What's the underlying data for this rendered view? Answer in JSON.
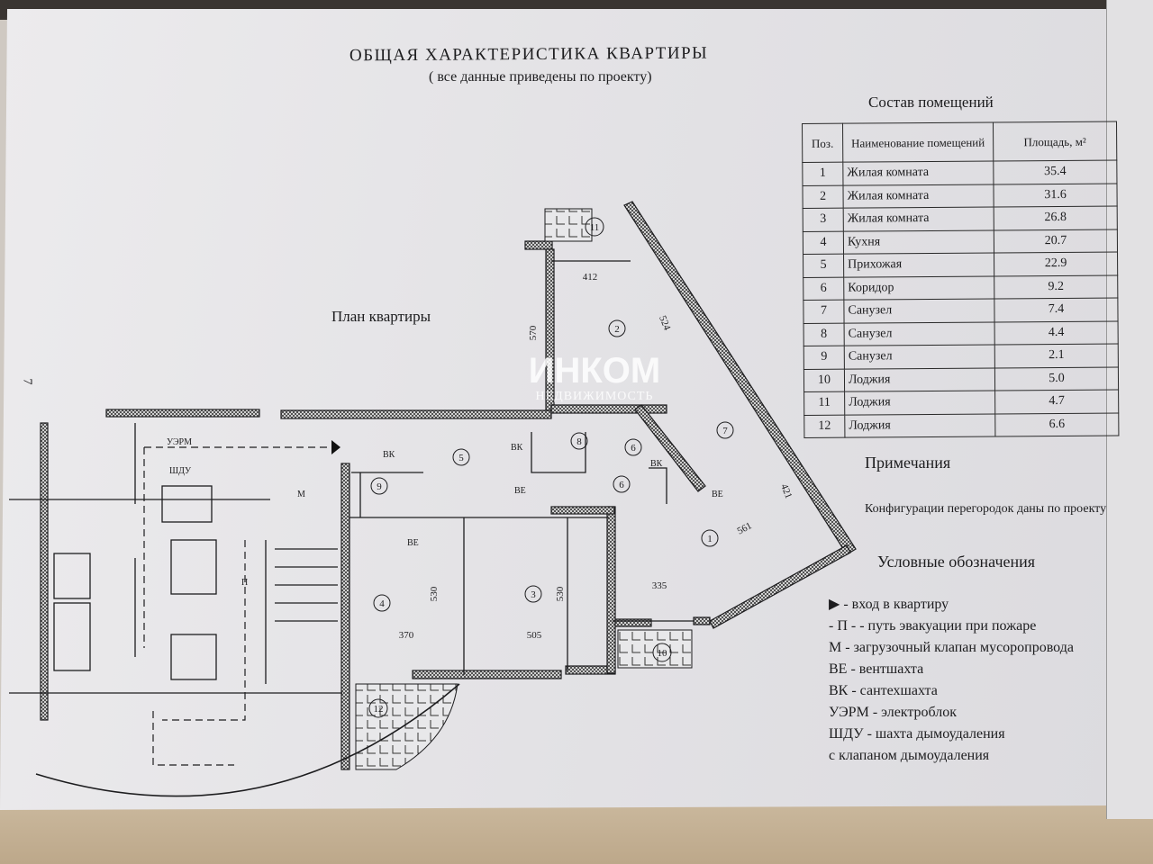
{
  "header": {
    "title": "ОБЩАЯ ХАРАКТЕРИСТИКА КВАРТИРЫ",
    "subtitle": "( все данные  приведены по проекту)"
  },
  "composition": {
    "title": "Состав помещений",
    "columns": [
      "Поз.",
      "Наименование помещений",
      "Площадь, м²"
    ],
    "rows": [
      {
        "pos": "1",
        "name": "Жилая комната",
        "area": "35.4"
      },
      {
        "pos": "2",
        "name": "Жилая комната",
        "area": "31.6"
      },
      {
        "pos": "3",
        "name": "Жилая комната",
        "area": "26.8"
      },
      {
        "pos": "4",
        "name": "Кухня",
        "area": "20.7"
      },
      {
        "pos": "5",
        "name": "Прихожая",
        "area": "22.9"
      },
      {
        "pos": "6",
        "name": "Коридор",
        "area": "9.2"
      },
      {
        "pos": "7",
        "name": "Санузел",
        "area": "7.4"
      },
      {
        "pos": "8",
        "name": "Санузел",
        "area": "4.4"
      },
      {
        "pos": "9",
        "name": "Санузел",
        "area": "2.1"
      },
      {
        "pos": "10",
        "name": "Лоджия",
        "area": "5.0"
      },
      {
        "pos": "11",
        "name": "Лоджия",
        "area": "4.7"
      },
      {
        "pos": "12",
        "name": "Лоджия",
        "area": "6.6"
      }
    ]
  },
  "notes": {
    "title": "Примечания",
    "text": "Конфигурации перегородок даны по проекту"
  },
  "legend": {
    "title": "Условные обозначения",
    "items": [
      {
        "symbol": "▶",
        "text": " - вход в квартиру"
      },
      {
        "symbol": "- П -",
        "text": " - путь эвакуации при пожаре"
      },
      {
        "symbol": "М",
        "text": "  - загрузочный клапан мусоропровода"
      },
      {
        "symbol": "ВЕ",
        "text": " - вентшахта"
      },
      {
        "symbol": "ВК",
        "text": " - сантехшахта"
      },
      {
        "symbol": "УЭРМ",
        "text": " - электроблок"
      },
      {
        "symbol": "ШДУ",
        "text": " - шахта дымоудаления"
      },
      {
        "symbol": "",
        "text": "с клапаном дымоудаления"
      }
    ]
  },
  "plan": {
    "title": "План квартиры",
    "page_mark": "7",
    "room_numbers": [
      "1",
      "2",
      "3",
      "4",
      "5",
      "6",
      "6",
      "7",
      "8",
      "9",
      "10",
      "11",
      "12"
    ],
    "dimensions": [
      "412",
      "524",
      "570",
      "421",
      "561",
      "335",
      "530",
      "530",
      "370",
      "505"
    ],
    "labels": {
      "vk1": "ВК",
      "vk2": "ВК",
      "vk3": "ВК",
      "ve1": "ВЕ",
      "ve2": "ВЕ",
      "ve3": "ВЕ",
      "m": "М",
      "uerm": "УЭРМ",
      "shdu": "ШДУ",
      "p": "П"
    },
    "watermark": {
      "brand": "ИНКОМ",
      "sub": "НЕДВИЖИМОСТЬ"
    }
  }
}
